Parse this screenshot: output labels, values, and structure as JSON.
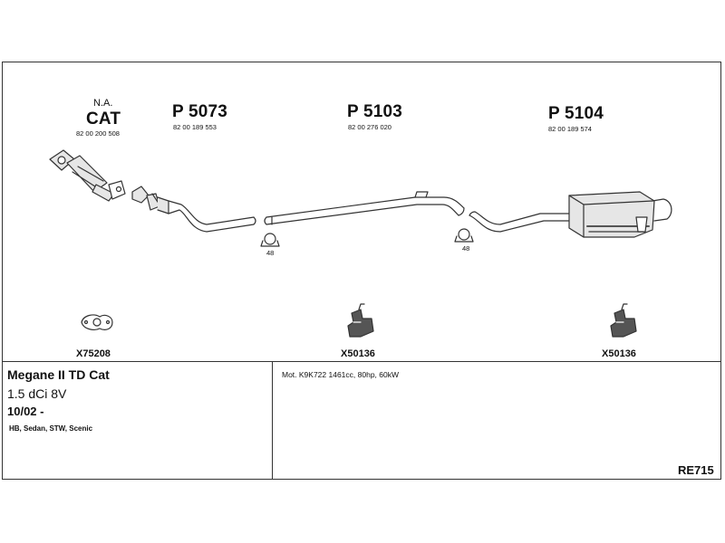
{
  "parts": {
    "cat": {
      "note": "N.A.",
      "code": "CAT",
      "oem": "82 00 200 508"
    },
    "p5073": {
      "code": "P 5073",
      "oem": "82 00 189 553"
    },
    "p5103": {
      "code": "P 5103",
      "oem": "82 00 276 020"
    },
    "p5104": {
      "code": "P 5104",
      "oem": "82 00 189 574"
    }
  },
  "clamps": {
    "left_size": "48",
    "right_size": "48"
  },
  "fittings": {
    "gasket": "X75208",
    "mount_center": "X50136",
    "mount_right": "X50136"
  },
  "vehicle": {
    "model": "Megane II TD Cat",
    "engine": "1.5 dCi 8V",
    "year": "10/02 -",
    "bodies": "HB, Sedan, STW, Scenic"
  },
  "motor": "Mot. K9K722 1461cc, 80hp, 60kW",
  "reference": "RE715",
  "colors": {
    "line": "#333333",
    "fill_light": "#e6e6e6",
    "fill_dark": "#555555"
  }
}
